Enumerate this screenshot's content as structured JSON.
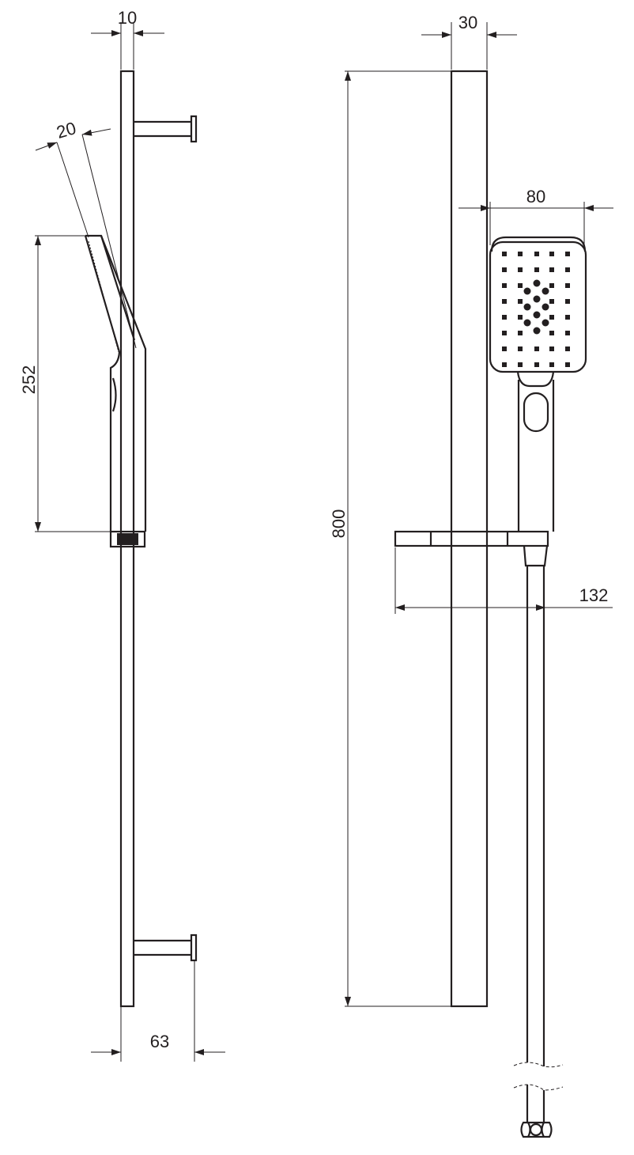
{
  "drawing": {
    "line_color": "#231f20",
    "side_view": {
      "dim_rail_depth": "10",
      "dim_handset_depth": "20",
      "dim_handset_length": "252",
      "dim_wall_projection": "63"
    },
    "front_view": {
      "dim_rail_width": "30",
      "dim_rail_length": "800",
      "dim_head_width": "80",
      "dim_holder_reach": "132"
    }
  }
}
